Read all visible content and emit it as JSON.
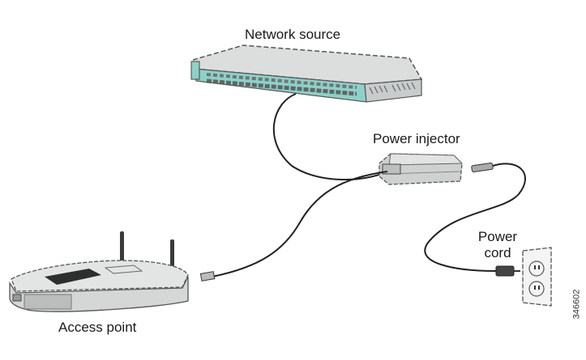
{
  "diagram": {
    "labels": {
      "network_source": "Network source",
      "power_injector": "Power injector",
      "power_cord_line1": "Power",
      "power_cord_line2": "cord",
      "access_point": "Access point"
    },
    "figure_id": "346602",
    "colors": {
      "switch_body": "#d9dcdc",
      "switch_front": "#8fd0c8",
      "cable": "#222222",
      "outline": "#555555"
    },
    "connections": [
      {
        "from": "Network source",
        "to": "Power injector",
        "kind": "ethernet"
      },
      {
        "from": "Power injector",
        "to": "Access point",
        "kind": "ethernet (PoE)"
      },
      {
        "from": "Power injector",
        "to": "Power cord",
        "kind": "power"
      }
    ]
  }
}
